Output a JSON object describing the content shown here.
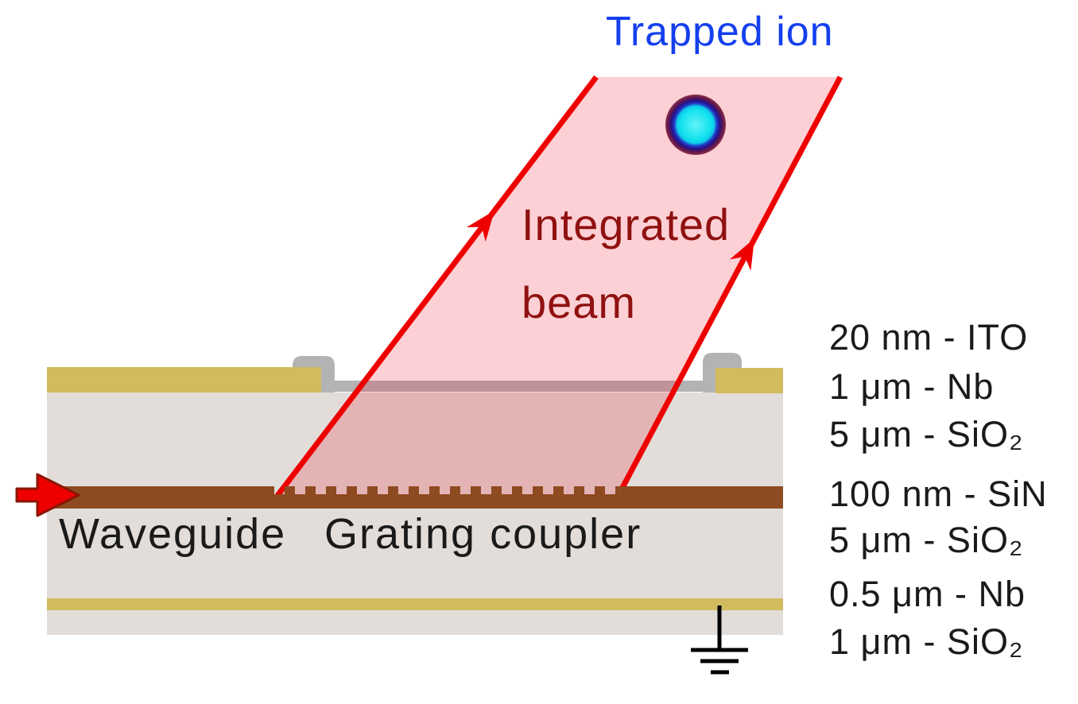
{
  "title": "Trapped ion",
  "beam": {
    "label_line1": "Integrated",
    "label_line2": "beam"
  },
  "chip": {
    "waveguide_label": "Waveguide",
    "grating_label": "Grating coupler"
  },
  "layers": [
    "20 nm - ITO",
    "1 μm - Nb",
    "5 μm - SiO₂",
    "100 nm - SiN",
    "5 μm - SiO₂",
    "0.5 μm - Nb",
    "1 μm - SiO₂"
  ],
  "colors": {
    "gold_nb": "#d2ba5e",
    "body_sio2": "#e2ddd9",
    "ito_gray": "#b3b3b3",
    "sin_brown": "#8e4a20",
    "beam_red": "#ee0000",
    "beam_fill": "#f01428",
    "arrow_fill": "#ee0000",
    "arrow_outline": "#8b1500",
    "text_blue": "#1540ee",
    "text_dark_red": "#8f1110",
    "text_black": "#1a1a1a",
    "ground_black": "#000000",
    "ion_gradient": [
      "#62f2f7",
      "#12e2ee",
      "#0fc9e9",
      "#2040cc",
      "#251189",
      "#5f164f",
      "#8c2f48"
    ]
  }
}
